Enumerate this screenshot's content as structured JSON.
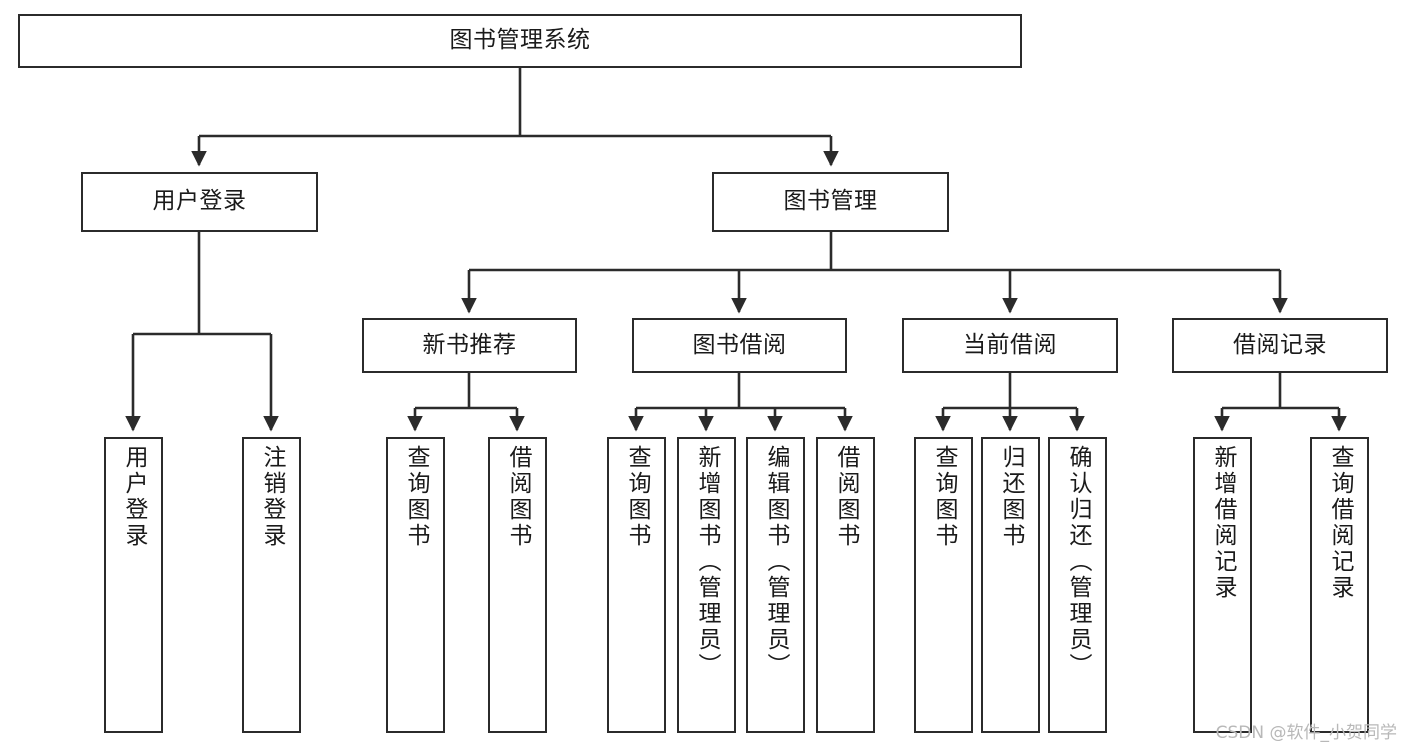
{
  "diagram": {
    "title": "图书管理系统",
    "watermark": "CSDN @软件_小贺同学",
    "line_color": "#2b2b2b",
    "box_fill": "#ffffff",
    "text_color": "#1a1a1a",
    "watermark_color": "#b8b8b8"
  },
  "nodes": {
    "root": {
      "label": "图书管理系统"
    },
    "level2": [
      {
        "label": "用户登录"
      },
      {
        "label": "图书管理"
      }
    ],
    "level3": [
      {
        "label": "新书推荐"
      },
      {
        "label": "图书借阅"
      },
      {
        "label": "当前借阅"
      },
      {
        "label": "借阅记录"
      }
    ],
    "leaves": {
      "user_login": [
        {
          "label": "用户登录"
        },
        {
          "label": "注销登录"
        }
      ],
      "new_book_rec": [
        {
          "label": "查询图书"
        },
        {
          "label": "借阅图书"
        }
      ],
      "book_borrow": [
        {
          "label": "查询图书"
        },
        {
          "label": "新增图书（管理员）"
        },
        {
          "label": "编辑图书（管理员）"
        },
        {
          "label": "借阅图书"
        }
      ],
      "current_borrow": [
        {
          "label": "查询图书"
        },
        {
          "label": "归还图书"
        },
        {
          "label": "确认归还（管理员）"
        }
      ],
      "borrow_record": [
        {
          "label": "新增借阅记录"
        },
        {
          "label": "查询借阅记录"
        }
      ]
    }
  }
}
